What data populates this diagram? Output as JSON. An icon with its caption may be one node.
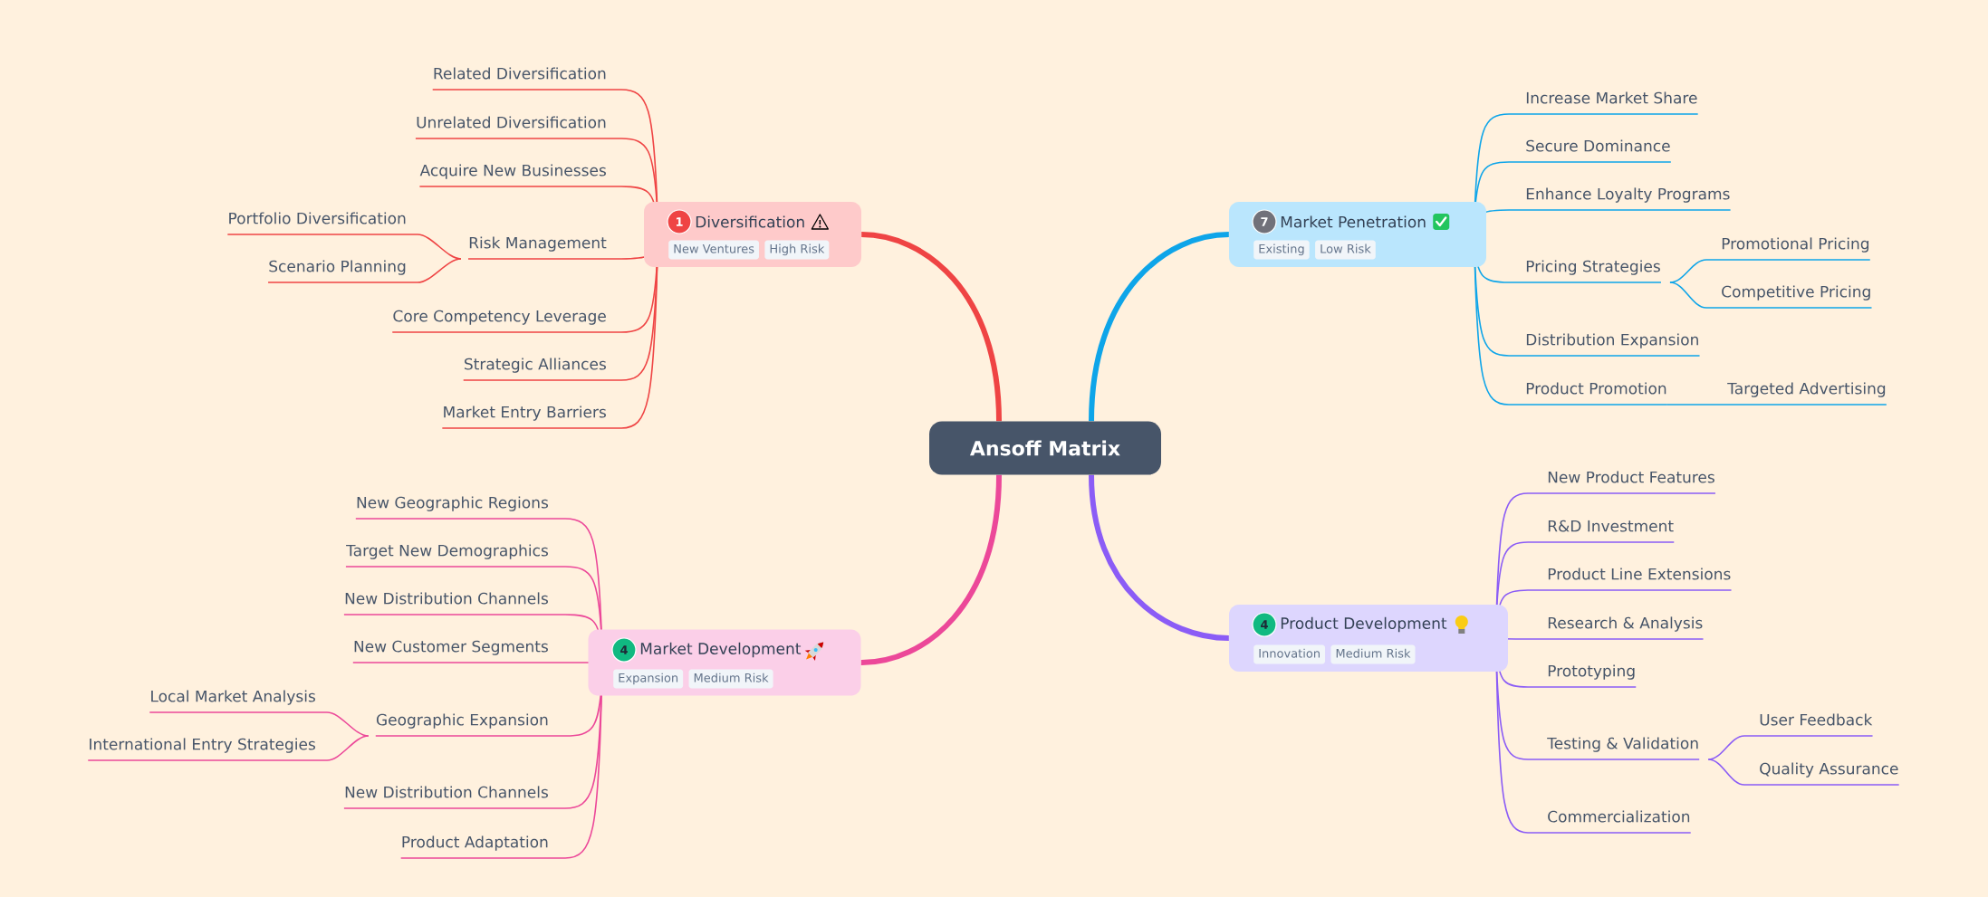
{
  "diagram": {
    "nodes": [
      {
        "text": [
          "Ansoff Matrix"
        ]
      },
      {
        "text": [
          "1",
          "Diversification",
          "New Ventures",
          "High Risk"
        ]
      },
      {
        "text": [
          "Related Diversification"
        ]
      },
      {
        "text": [
          "Unrelated Diversification"
        ]
      },
      {
        "text": [
          "Acquire New Businesses"
        ]
      },
      {
        "text": [
          "Risk Management"
        ]
      },
      {
        "text": [
          "Portfolio Diversification"
        ]
      },
      {
        "text": [
          "Scenario Planning"
        ]
      },
      {
        "text": [
          "Core Competency Leverage"
        ]
      },
      {
        "text": [
          "Strategic Alliances"
        ]
      },
      {
        "text": [
          "Market Entry Barriers"
        ]
      },
      {
        "text": [
          "7",
          "Market Penetration",
          "Existing",
          "Low Risk"
        ]
      },
      {
        "text": [
          "Increase Market Share"
        ]
      },
      {
        "text": [
          "Secure Dominance"
        ]
      },
      {
        "text": [
          "Enhance Loyalty Programs"
        ]
      },
      {
        "text": [
          "Pricing Strategies"
        ]
      },
      {
        "text": [
          "Promotional Pricing"
        ]
      },
      {
        "text": [
          "Competitive Pricing"
        ]
      },
      {
        "text": [
          "Distribution Expansion"
        ]
      },
      {
        "text": [
          "Product Promotion"
        ]
      },
      {
        "text": [
          "Targeted Advertising"
        ]
      },
      {
        "text": [
          "4",
          "Market Development",
          "Expansion",
          "Medium Risk"
        ]
      },
      {
        "text": [
          "New Geographic Regions"
        ]
      },
      {
        "text": [
          "Target New Demographics"
        ]
      },
      {
        "text": [
          "New Distribution Channels"
        ]
      },
      {
        "text": [
          "New Customer Segments"
        ]
      },
      {
        "text": [
          "Geographic Expansion"
        ]
      },
      {
        "text": [
          "Local Market Analysis"
        ]
      },
      {
        "text": [
          "International Entry Strategies"
        ]
      },
      {
        "text": [
          "New Distribution Channels"
        ]
      },
      {
        "text": [
          "Product Adaptation"
        ]
      },
      {
        "text": [
          "4",
          "Product Development",
          "Innovation",
          "Medium Risk"
        ]
      },
      {
        "text": [
          "New Product Features"
        ]
      },
      {
        "text": [
          "R&D Investment"
        ]
      },
      {
        "text": [
          "Product Line Extensions"
        ]
      },
      {
        "text": [
          "Research & Analysis"
        ]
      },
      {
        "text": [
          "Prototyping"
        ]
      },
      {
        "text": [
          "Testing & Validation"
        ]
      },
      {
        "text": [
          "User Feedback"
        ]
      },
      {
        "text": [
          "Quality Assurance"
        ]
      },
      {
        "text": [
          "Commercialization"
        ]
      }
    ],
    "edges": [
      {
        "from": 0,
        "to": 1,
        "arrow": "none",
        "style": "thick",
        "color": "#ef4444"
      },
      {
        "from": 0,
        "to": 11,
        "arrow": "none",
        "style": "thick",
        "color": "#0ea5e9"
      },
      {
        "from": 0,
        "to": 21,
        "arrow": "none",
        "style": "thick",
        "color": "#ec4899"
      },
      {
        "from": 0,
        "to": 31,
        "arrow": "none",
        "style": "thick",
        "color": "#8b5cf6"
      },
      {
        "from": 1,
        "to": 2,
        "arrow": "none",
        "color": "#ef4444"
      },
      {
        "from": 1,
        "to": 3,
        "arrow": "none",
        "color": "#ef4444"
      },
      {
        "from": 1,
        "to": 4,
        "arrow": "none",
        "color": "#ef4444"
      },
      {
        "from": 1,
        "to": 5,
        "arrow": "none",
        "color": "#ef4444"
      },
      {
        "from": 5,
        "to": 6,
        "arrow": "none",
        "color": "#ef4444"
      },
      {
        "from": 5,
        "to": 7,
        "arrow": "none",
        "color": "#ef4444"
      },
      {
        "from": 1,
        "to": 8,
        "arrow": "none",
        "color": "#ef4444"
      },
      {
        "from": 1,
        "to": 9,
        "arrow": "none",
        "color": "#ef4444"
      },
      {
        "from": 1,
        "to": 10,
        "arrow": "none",
        "color": "#ef4444"
      },
      {
        "from": 11,
        "to": 12,
        "arrow": "none",
        "color": "#0ea5e9"
      },
      {
        "from": 11,
        "to": 13,
        "arrow": "none",
        "color": "#0ea5e9"
      },
      {
        "from": 11,
        "to": 14,
        "arrow": "none",
        "color": "#0ea5e9"
      },
      {
        "from": 11,
        "to": 15,
        "arrow": "none",
        "color": "#0ea5e9"
      },
      {
        "from": 15,
        "to": 16,
        "arrow": "none",
        "color": "#0ea5e9"
      },
      {
        "from": 15,
        "to": 17,
        "arrow": "none",
        "color": "#0ea5e9"
      },
      {
        "from": 11,
        "to": 18,
        "arrow": "none",
        "color": "#0ea5e9"
      },
      {
        "from": 11,
        "to": 19,
        "arrow": "none",
        "color": "#0ea5e9"
      },
      {
        "from": 19,
        "to": 20,
        "arrow": "none",
        "color": "#0ea5e9"
      },
      {
        "from": 21,
        "to": 22,
        "arrow": "none",
        "color": "#ec4899"
      },
      {
        "from": 21,
        "to": 23,
        "arrow": "none",
        "color": "#ec4899"
      },
      {
        "from": 21,
        "to": 24,
        "arrow": "none",
        "color": "#ec4899"
      },
      {
        "from": 21,
        "to": 25,
        "arrow": "none",
        "color": "#ec4899"
      },
      {
        "from": 21,
        "to": 26,
        "arrow": "none",
        "color": "#ec4899"
      },
      {
        "from": 26,
        "to": 27,
        "arrow": "none",
        "color": "#ec4899"
      },
      {
        "from": 26,
        "to": 28,
        "arrow": "none",
        "color": "#ec4899"
      },
      {
        "from": 21,
        "to": 29,
        "arrow": "none",
        "color": "#ec4899"
      },
      {
        "from": 21,
        "to": 30,
        "arrow": "none",
        "color": "#ec4899"
      },
      {
        "from": 31,
        "to": 32,
        "arrow": "none",
        "color": "#8b5cf6"
      },
      {
        "from": 31,
        "to": 33,
        "arrow": "none",
        "color": "#8b5cf6"
      },
      {
        "from": 31,
        "to": 34,
        "arrow": "none",
        "color": "#8b5cf6"
      },
      {
        "from": 31,
        "to": 35,
        "arrow": "none",
        "color": "#8b5cf6"
      },
      {
        "from": 31,
        "to": 36,
        "arrow": "none",
        "color": "#8b5cf6"
      },
      {
        "from": 31,
        "to": 37,
        "arrow": "none",
        "color": "#8b5cf6"
      },
      {
        "from": 37,
        "to": 38,
        "arrow": "none",
        "color": "#8b5cf6"
      },
      {
        "from": 37,
        "to": 39,
        "arrow": "none",
        "color": "#8b5cf6"
      },
      {
        "from": 31,
        "to": 40,
        "arrow": "none",
        "color": "#8b5cf6"
      }
    ]
  }
}
